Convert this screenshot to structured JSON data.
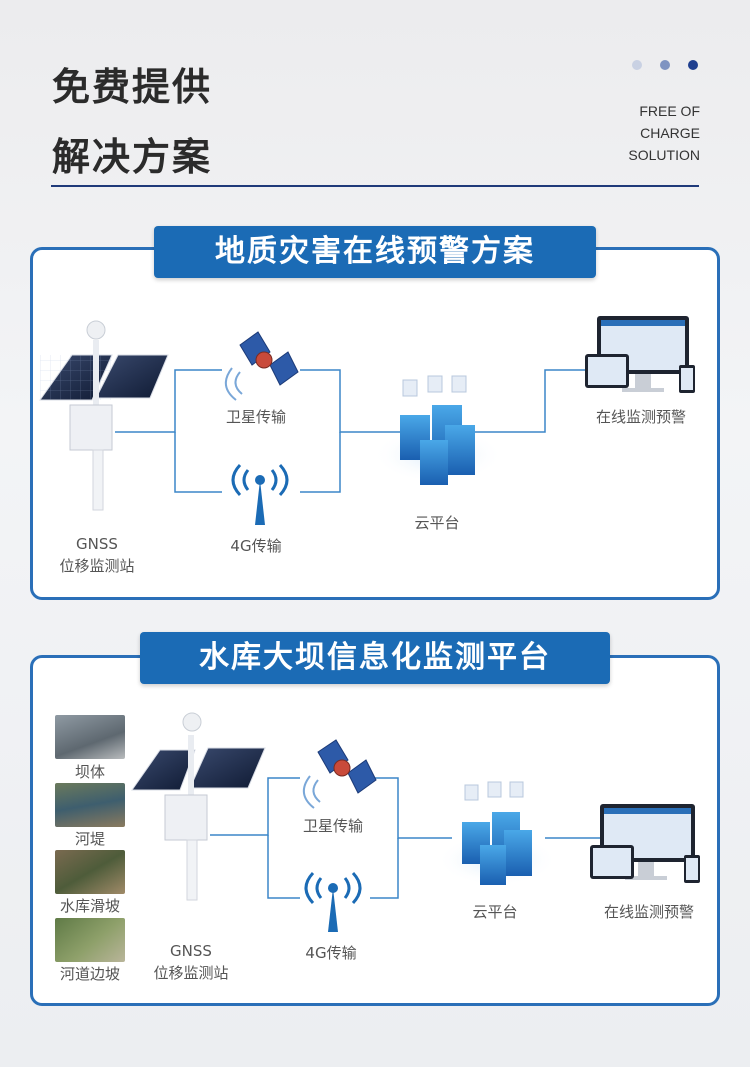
{
  "header": {
    "title_line1": "免费提供",
    "title_line2": "解决方案",
    "tagline": [
      "FREE OF",
      "CHARGE",
      "SOLUTION"
    ]
  },
  "scheme1": {
    "title": "地质灾害在线预警方案",
    "station_label": [
      "GNSS",
      "位移监测站"
    ],
    "satellite_label": "卫星传输",
    "cell_label": "4G传输",
    "cloud_label": "云平台",
    "monitor_label": "在线监测预警"
  },
  "scheme2": {
    "title": "水库大坝信息化监测平台",
    "sites": [
      "坝体",
      "河堤",
      "水库滑坡",
      "河道边坡"
    ],
    "station_label": [
      "GNSS",
      "位移监测站"
    ],
    "satellite_label": "卫星传输",
    "cell_label": "4G传输",
    "cloud_label": "云平台",
    "monitor_label": "在线监测预警"
  },
  "colors": {
    "accent": "#1b6bb5",
    "rule": "#1f3a7a",
    "line": "#3b86c8"
  }
}
